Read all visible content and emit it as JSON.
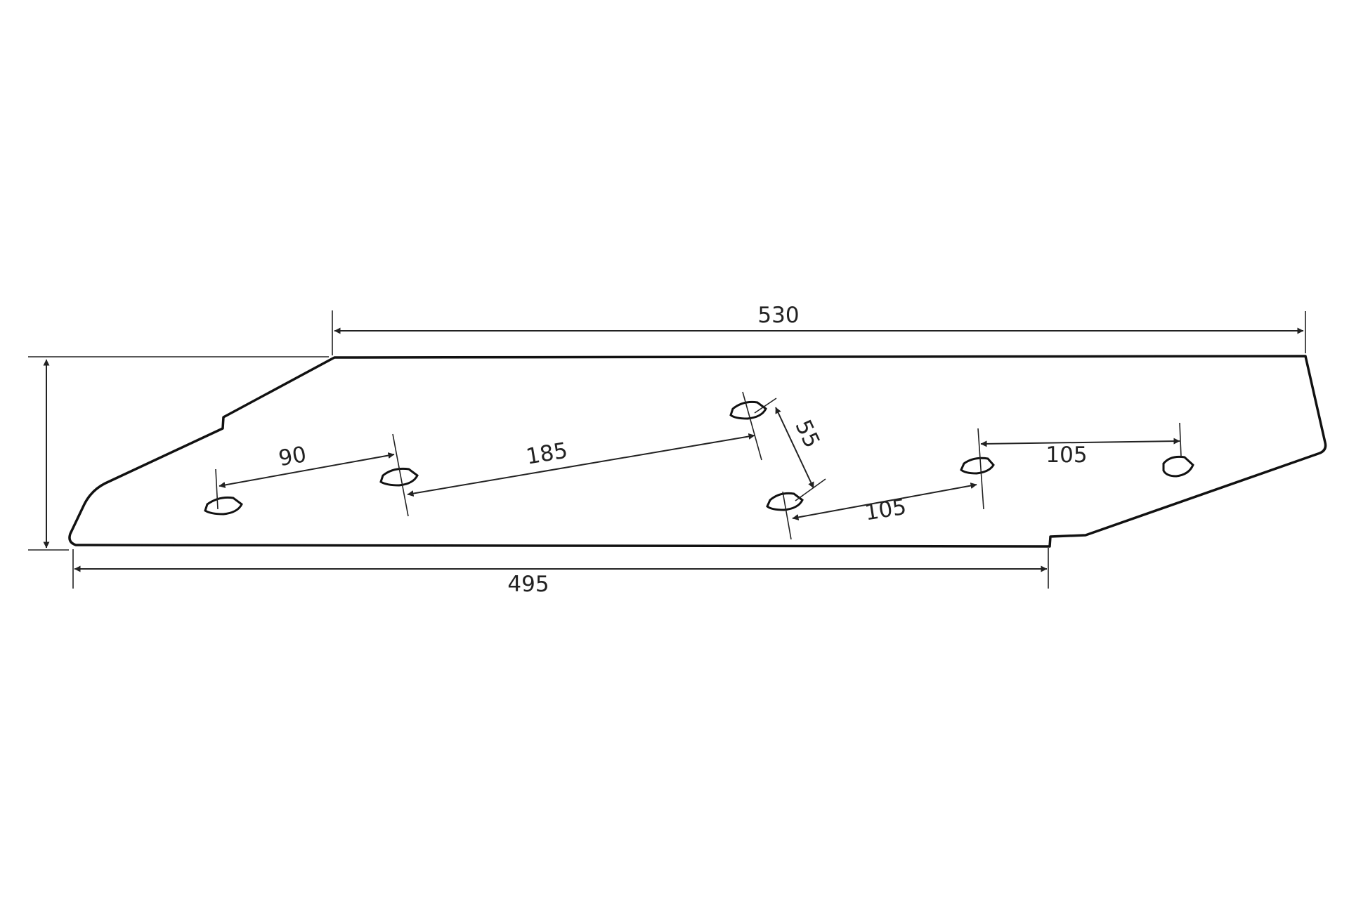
{
  "dimensions": {
    "overall_top": "530",
    "overall_bottom": "495",
    "hole_1_2": "90",
    "hole_2_3": "185",
    "hole_3_4": "55",
    "hole_4_5": "105",
    "hole_5_6": "105"
  },
  "colors": {
    "line": "#111111",
    "background": "#ffffff"
  }
}
